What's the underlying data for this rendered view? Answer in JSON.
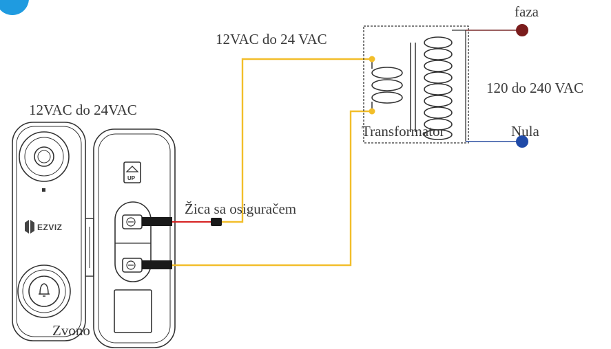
{
  "labels": {
    "secondary_voltage": "12VAC do 24 VAC",
    "doorbell_voltage": "12VAC do 24VAC",
    "phase": "faza",
    "mains_voltage": "120 do 240 VAC",
    "transformer": "Transformator",
    "neutral": "Nula",
    "fused_wire": "Žica sa osiguračem",
    "doorbell": "Zvono",
    "brand": "EZVIZ",
    "up_marker": "UP"
  },
  "colors": {
    "wire_low_voltage": "#f2be2a",
    "wire_phase": "#7a2a2a",
    "wire_neutral": "#2a4fa0",
    "terminal_phase": "#7a1c1c",
    "terminal_neutral": "#1f4aa8",
    "fuse_lead": "#d62020",
    "corner_badge": "#1f9be0",
    "outline": "#333333"
  }
}
